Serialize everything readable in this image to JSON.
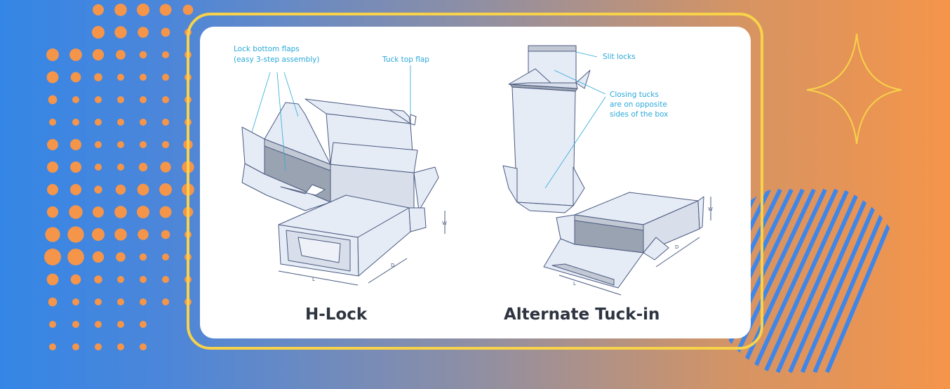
{
  "diagrams": {
    "hlock": {
      "title": "H-Lock",
      "annotations": {
        "lock_bottom_line1": "Lock bottom flaps",
        "lock_bottom_line2": "(easy 3-step assembly)",
        "tuck_top": "Tuck top flap"
      },
      "dims": {
        "l": "L",
        "d": "D",
        "w": "W"
      }
    },
    "alternate": {
      "title": "Alternate Tuck-in",
      "annotations": {
        "slit_locks": "Slit locks",
        "closing_line1": "Closing tucks",
        "closing_line2": "are on opposite",
        "closing_line3": "sides of the box"
      },
      "dims": {
        "l": "L",
        "d": "D",
        "w": "W"
      }
    }
  },
  "colors": {
    "frame": "#f7d24a",
    "dots": "#f5954a",
    "stripes": "#3f86e8",
    "star": "#f7d24a",
    "annotation": "#2ba9d9",
    "box_face": "#e6ecf6",
    "box_shade": "#a7b0bd",
    "outline": "#4a5a80"
  },
  "icons": [
    "dot-pattern",
    "sparkle-star-icon",
    "diagonal-stripes"
  ]
}
